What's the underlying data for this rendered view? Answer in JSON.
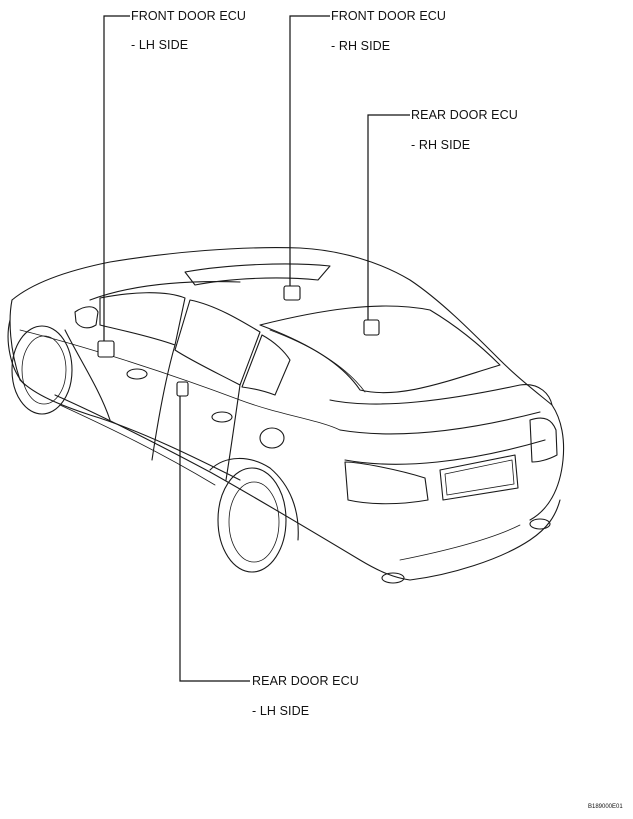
{
  "callouts": {
    "front_lh": {
      "title": "FRONT DOOR ECU",
      "side": "- LH SIDE"
    },
    "front_rh": {
      "title": "FRONT DOOR ECU",
      "side": "- RH SIDE"
    },
    "rear_rh": {
      "title": "REAR DOOR ECU",
      "side": "- RH SIDE"
    },
    "rear_lh": {
      "title": "REAR DOOR ECU",
      "side": "- LH SIDE"
    }
  },
  "figure_id": "B189000E01"
}
